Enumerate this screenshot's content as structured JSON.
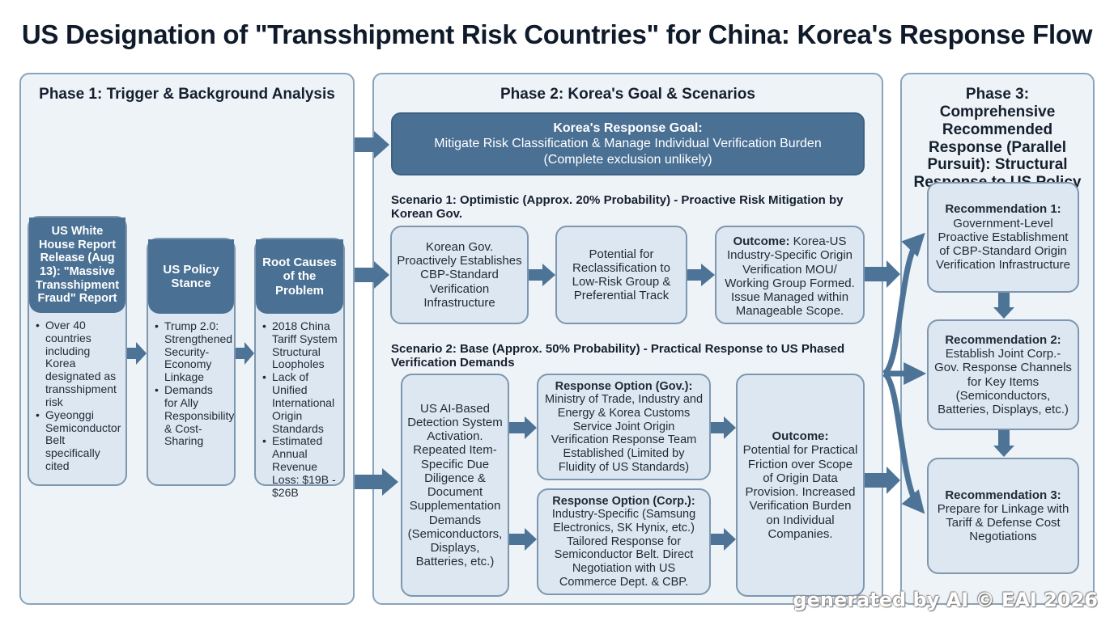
{
  "title": "US Designation of \"Transshipment Risk Countries\" for China: Korea's Response Flow",
  "phase1": {
    "title": "Phase 1: Trigger & Background Analysis",
    "card1": {
      "head": "US White House Report Release (Aug 13): \"Massive Transshipment Fraud\" Report",
      "bullets": [
        "Over 40 countries including Korea designated as transshipment risk",
        "Gyeonggi Semiconductor Belt specifically cited"
      ]
    },
    "card2": {
      "head": "US Policy Stance",
      "bullets": [
        "Trump 2.0: Strengthened Security-Economy Linkage",
        "Demands for Ally Responsibility & Cost-Sharing"
      ]
    },
    "card3": {
      "head": "Root Causes of the Problem",
      "bullets": [
        "2018 China Tariff System Structural Loopholes",
        "Lack of Unified International Origin Standards",
        "Estimated Annual Revenue Loss: $19B - $26B"
      ]
    }
  },
  "phase2": {
    "title": "Phase 2: Korea's Goal & Scenarios",
    "goal": {
      "title": "Korea's Response Goal:",
      "line1": "Mitigate Risk Classification & Manage Individual Verification Burden",
      "line2": "(Complete exclusion unlikely)"
    },
    "scenario1": {
      "title": "Scenario 1: Optimistic (Approx. 20% Probability) - Proactive Risk Mitigation by Korean Gov.",
      "step1": "Korean Gov. Proactively Establishes CBP-Standard Verification Infrastructure",
      "step2": "Potential for Reclassification to Low-Risk Group & Preferential Track",
      "outcome_label": "Outcome:",
      "outcome_text": "Korea-US Industry-Specific Origin Verification MOU/ Working Group Formed. Issue Managed within Manageable Scope."
    },
    "scenario2": {
      "title": "Scenario 2: Base (Approx. 50% Probability) - Practical Response to US Phased Verification Demands",
      "trigger": "US AI-Based Detection System Activation. Repeated Item-Specific Due Diligence & Document Supplementation Demands (Semiconductors, Displays, Batteries, etc.)",
      "gov_label": "Response Option (Gov.):",
      "gov_text": "Ministry of Trade, Industry and Energy & Korea Customs Service Joint Origin Verification Response Team Established (Limited by Fluidity of US Standards)",
      "corp_label": "Response Option (Corp.):",
      "corp_text": "Industry-Specific (Samsung Electronics, SK Hynix, etc.) Tailored Response for Semiconductor Belt. Direct Negotiation with US Commerce Dept. & CBP.",
      "outcome_label": "Outcome:",
      "outcome_text": "Potential for Practical Friction over Scope of Origin Data Provision. Increased Verification Burden on Individual Companies."
    }
  },
  "phase3": {
    "title": "Phase 3: Comprehensive Recommended Response (Parallel Pursuit): Structural Response to US Policy",
    "rec1_label": "Recommendation 1:",
    "rec1_text": "Government-Level Proactive Establishment of CBP-Standard Origin Verification Infrastructure",
    "rec2_label": "Recommendation 2:",
    "rec2_text": "Establish Joint Corp.-Gov. Response Channels for Key Items (Semiconductors, Batteries, Displays, etc.)",
    "rec3_label": "Recommendation 3:",
    "rec3_text": "Prepare for Linkage with Tariff & Defense Cost Negotiations"
  },
  "watermark": "generated by AI © EAI 2026",
  "colors": {
    "header_fill": "#4a7094",
    "node_fill": "#dde7f1",
    "panel_fill": "#eef3f8",
    "arrow": "#4d7396"
  }
}
